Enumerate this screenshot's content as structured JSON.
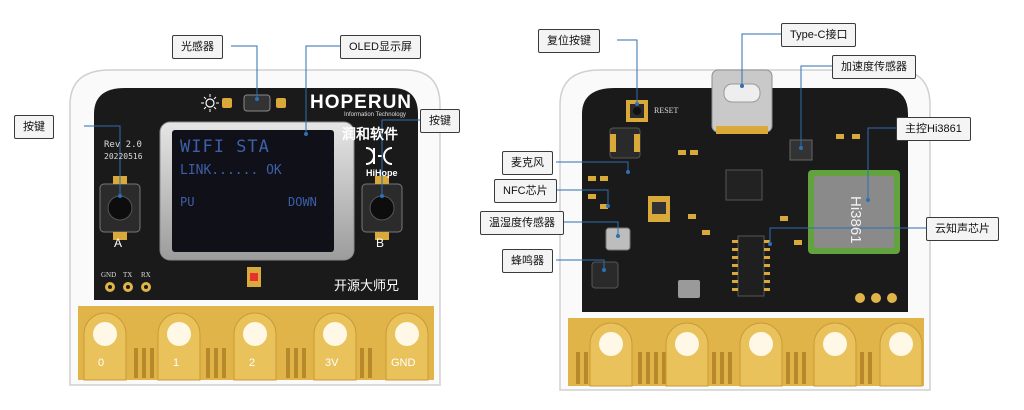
{
  "front": {
    "rev": "Rev 2.0",
    "date": "20220516",
    "oled": {
      "line1": "WIFI STA",
      "line2": "LINK...... OK",
      "left": "PU",
      "right": "DOWN"
    },
    "brand": "HOPERUN",
    "brand_sub": "Information Technology",
    "cn_logo": "润和软件",
    "hihope": "HiHope",
    "button_a": "A",
    "button_b": "B",
    "pin_labels_small": [
      "GND",
      "TX",
      "RX"
    ],
    "bottom_text": "开源大师兄",
    "pins": [
      "0",
      "1",
      "2",
      "3V",
      "GND"
    ]
  },
  "back": {
    "reset": "RESET",
    "chip": "Hi3861"
  },
  "callouts": {
    "light_sensor": "光感器",
    "oled_screen": "OLED显示屏",
    "button_left": "按键",
    "button_right": "按键",
    "reset_button": "复位按键",
    "typec": "Type-C接口",
    "accelerometer": "加速度传感器",
    "main_mcu": "主控Hi3861",
    "microphone": "麦克风",
    "nfc_chip": "NFC芯片",
    "temp_humidity": "温湿度传感器",
    "buzzer": "蜂鸣器",
    "voice_chip": "云知声芯片"
  },
  "colors": {
    "pcb": "#1a1a1a",
    "board_white": "#ffffff",
    "gold": "#e0b448",
    "gold_dark": "#b8892a",
    "oled_text": "#3d5fa8",
    "callout_line": "#2f6fb3"
  }
}
